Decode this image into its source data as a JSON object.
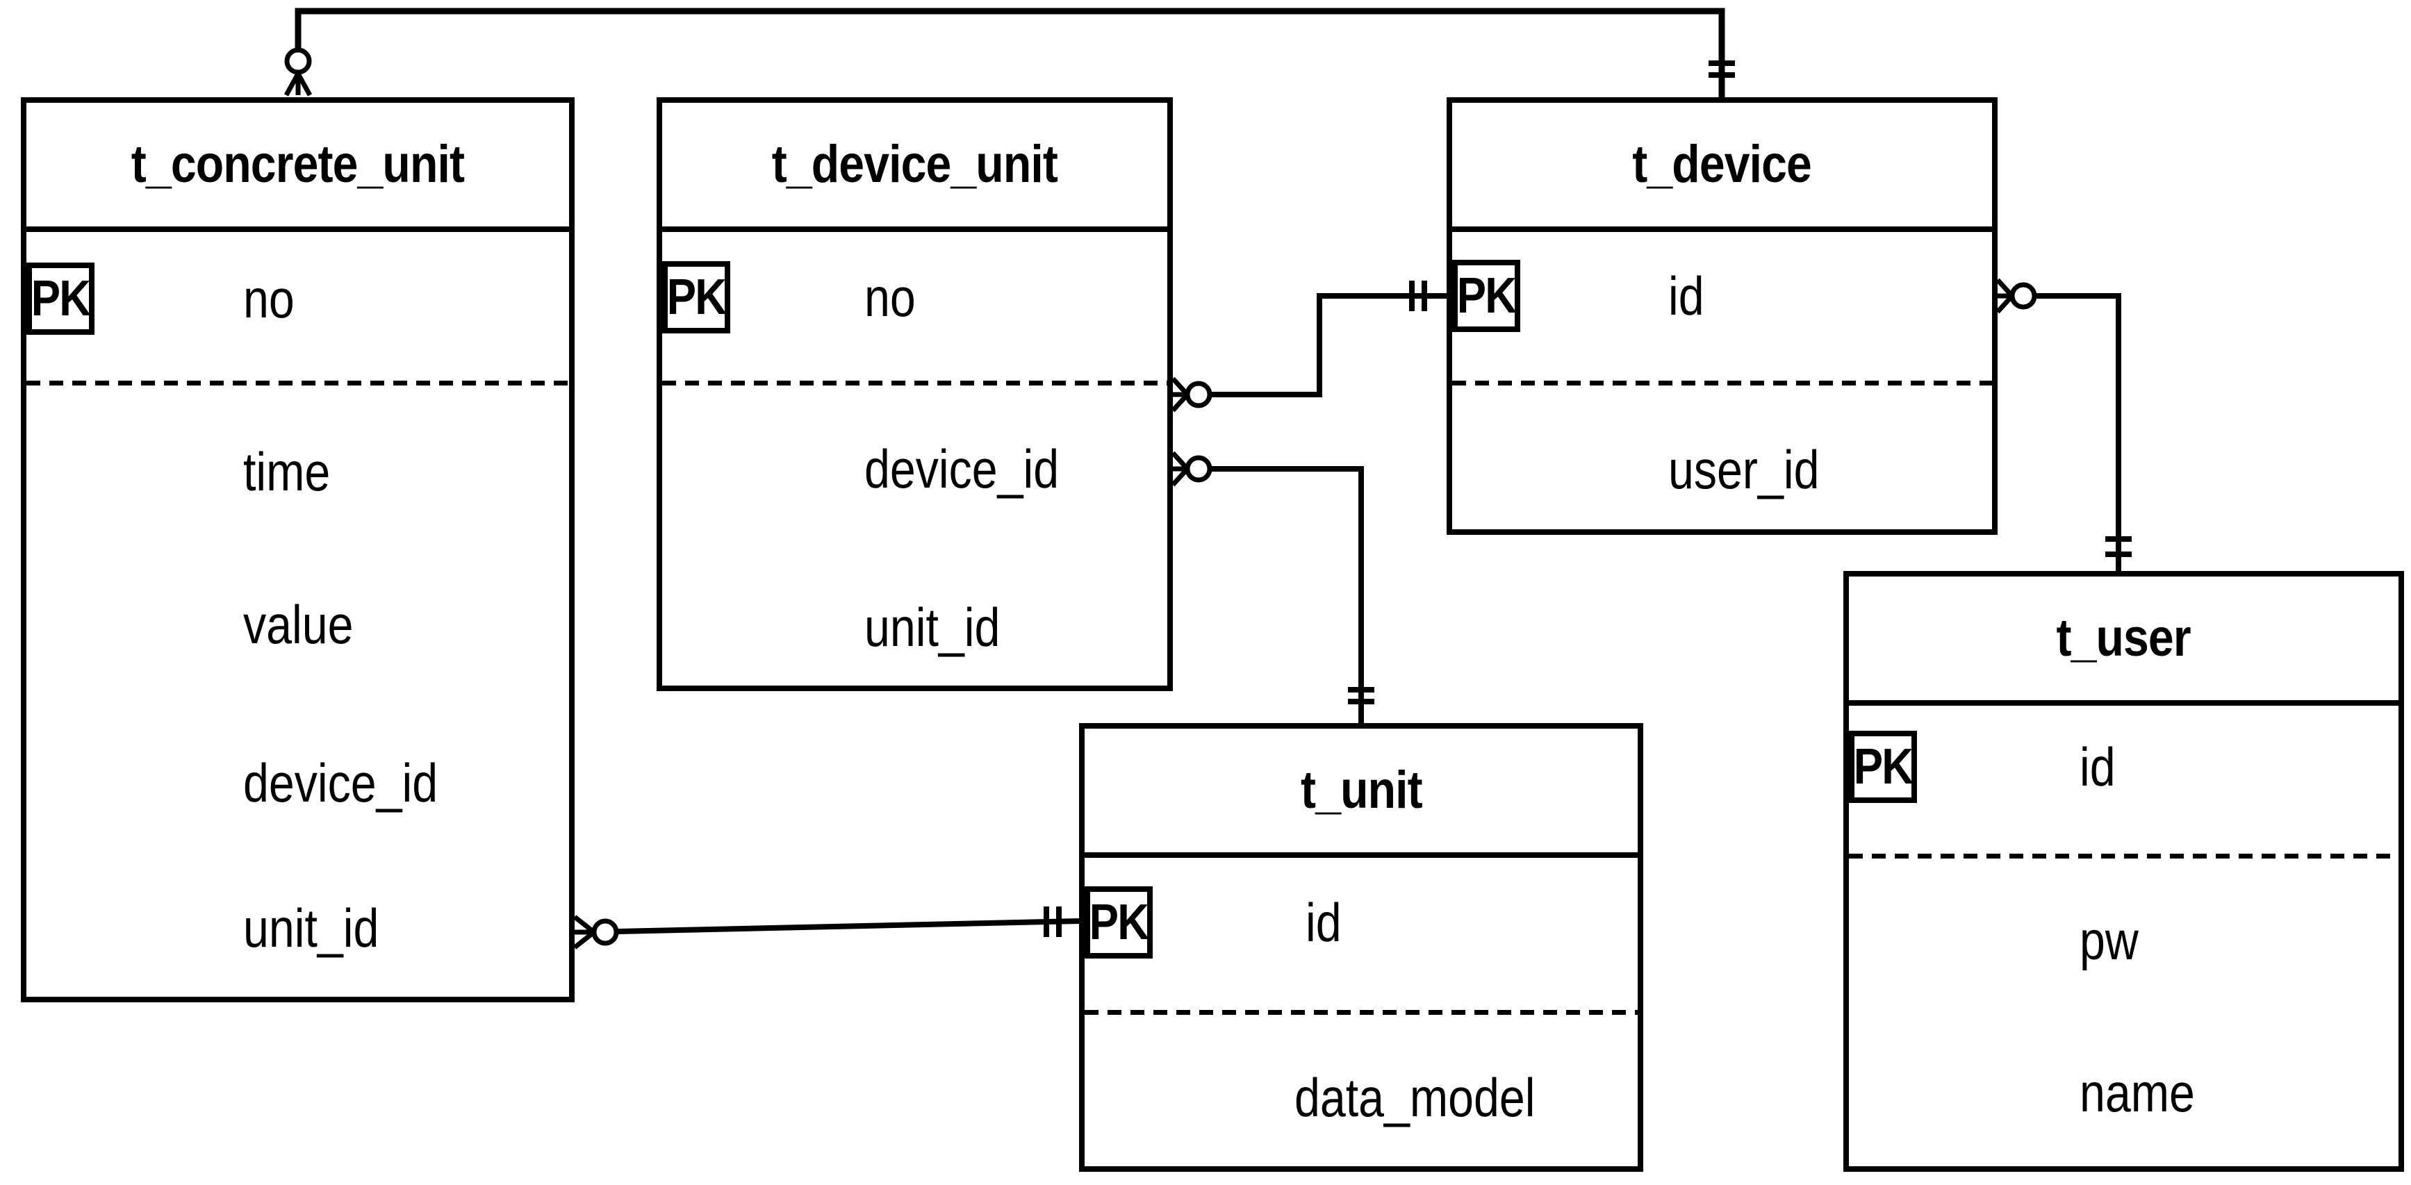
{
  "diagram_type": "entity-relationship-diagram",
  "colors": {
    "line": "#000000",
    "background": "#ffffff",
    "text": "#000000"
  },
  "tables": [
    {
      "title": "t_concrete_unit",
      "pk_badge": "PK",
      "pk_field": "no",
      "fields": [
        "time",
        "value",
        "device_id",
        "unit_id"
      ]
    },
    {
      "title": "t_device_unit",
      "pk_badge": "PK",
      "pk_field": "no",
      "fields": [
        "device_id",
        "unit_id"
      ]
    },
    {
      "title": "t_device",
      "pk_badge": "PK",
      "pk_field": "id",
      "fields": [
        "user_id"
      ]
    },
    {
      "title": "t_unit",
      "pk_badge": "PK",
      "pk_field": "id",
      "fields": [
        "data_model"
      ]
    },
    {
      "title": "t_user",
      "pk_badge": "PK",
      "pk_field": "id",
      "fields": [
        "pw",
        "name"
      ]
    }
  ],
  "relationships": [
    {
      "parent": "t_device",
      "child": "t_concrete_unit",
      "parent_end": "one",
      "child_end": "zero-or-many"
    },
    {
      "parent": "t_device",
      "child": "t_device_unit",
      "parent_end": "one",
      "child_end": "zero-or-many"
    },
    {
      "parent": "t_unit",
      "child": "t_device_unit",
      "parent_end": "one",
      "child_end": "zero-or-many"
    },
    {
      "parent": "t_unit",
      "child": "t_concrete_unit",
      "parent_end": "one",
      "child_end": "zero-or-many"
    },
    {
      "parent": "t_user",
      "child": "t_device",
      "parent_end": "one",
      "child_end": "zero-or-many"
    }
  ]
}
